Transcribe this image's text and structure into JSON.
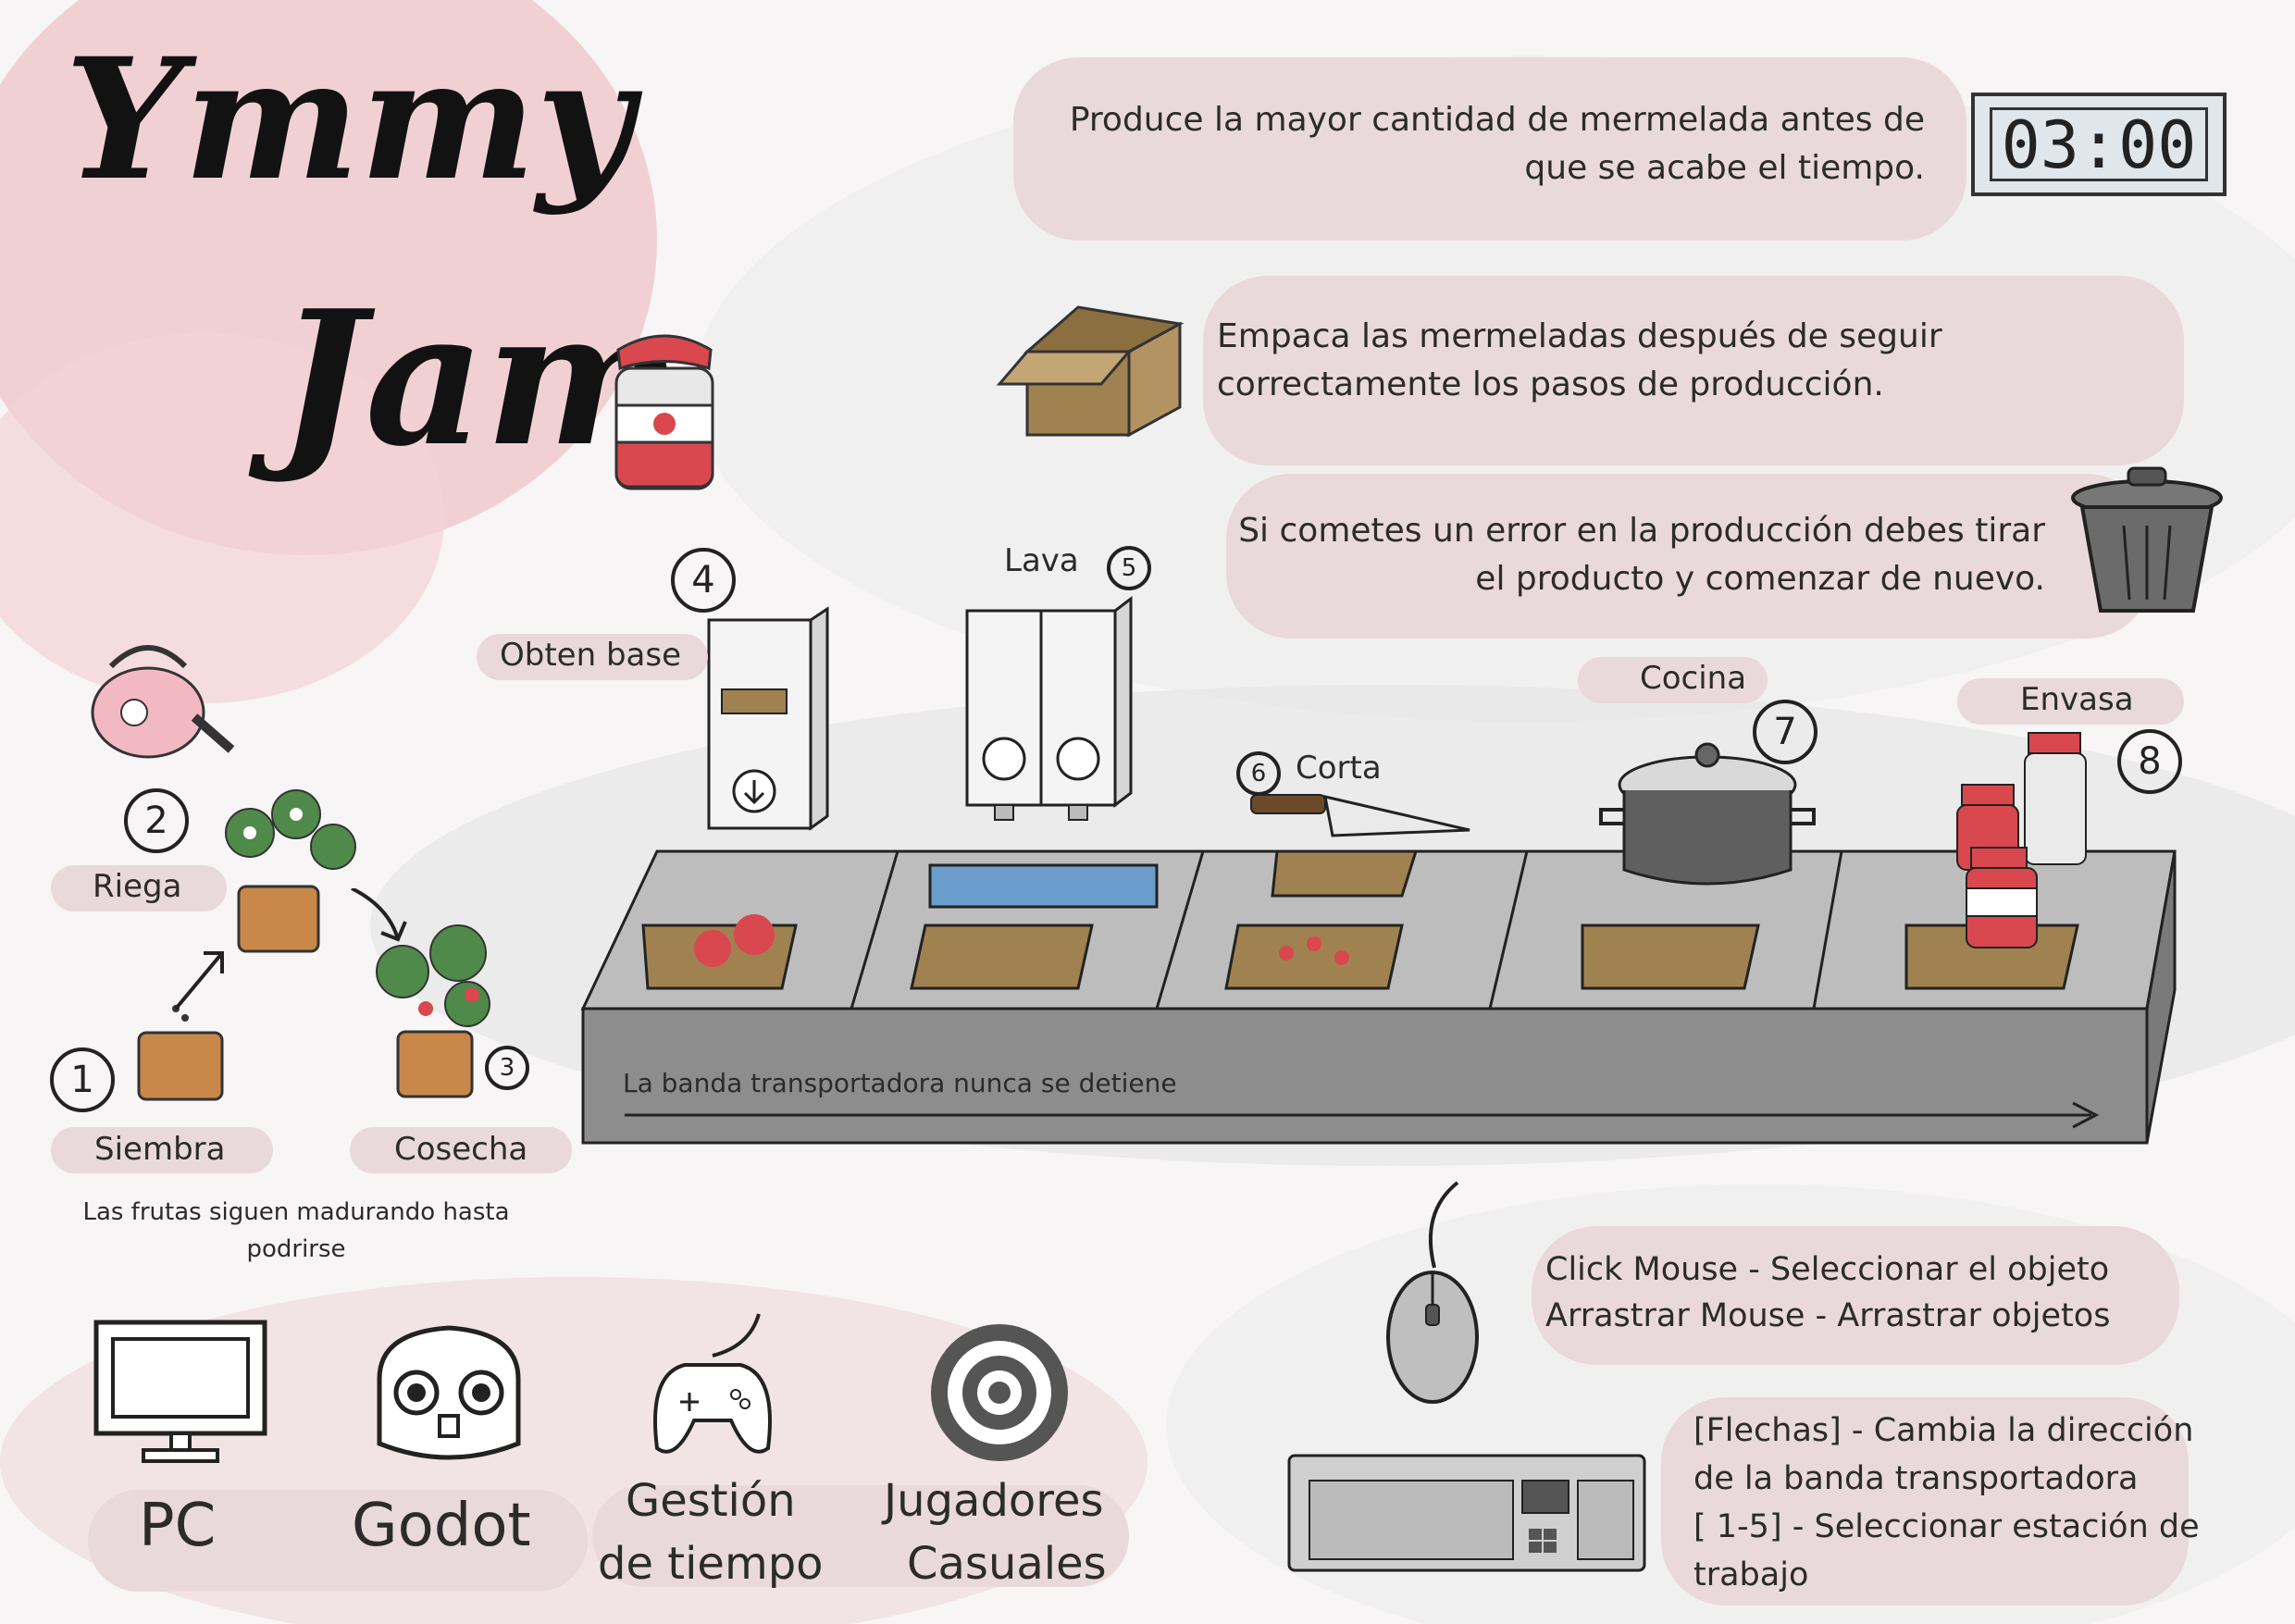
{
  "title": {
    "line1": "Ymmy",
    "line2": "Jam"
  },
  "timer": "03:00",
  "info": {
    "goal": "Produce la mayor cantidad de mermelada antes de que se acabe el tiempo.",
    "pack": "Empaca las mermeladas después de seguir correctamente los pasos de producción.",
    "error": "Si cometes un error en la producción debes tirar el producto y comenzar de nuevo."
  },
  "steps": [
    {
      "number": "1",
      "label": "Siembra"
    },
    {
      "number": "2",
      "label": "Riega"
    },
    {
      "number": "3",
      "label": "Cosecha"
    },
    {
      "number": "4",
      "label": "Obten base"
    },
    {
      "number": "5",
      "label": "Lava"
    },
    {
      "number": "6",
      "label": "Corta"
    },
    {
      "number": "7",
      "label": "Cocina"
    },
    {
      "number": "8",
      "label": "Envasa"
    }
  ],
  "notes": {
    "fruit": "Las frutas siguen madurando hasta podrirse",
    "conveyor": "La banda transportadora nunca se detiene"
  },
  "controls": {
    "mouse_line1": "Click Mouse - Seleccionar el objeto",
    "mouse_line2": "Arrastrar Mouse - Arrastrar objetos",
    "keyboard_line1": "[Flechas] - Cambia la dirección",
    "keyboard_line2": "de la banda transportadora",
    "keyboard_line3": "[ 1-5] - Seleccionar estación de",
    "keyboard_line4": "trabajo"
  },
  "tags": {
    "platform": "PC",
    "engine": "Godot",
    "genre_line1": "Gestión",
    "genre_line2": "de tiempo",
    "audience_line1": "Jugadores",
    "audience_line2": "Casuales"
  },
  "colors": {
    "accent_pink": "#ead9da",
    "jam_red": "#d9474f",
    "wood": "#a08250",
    "belt_gray": "#8d8d8d"
  }
}
